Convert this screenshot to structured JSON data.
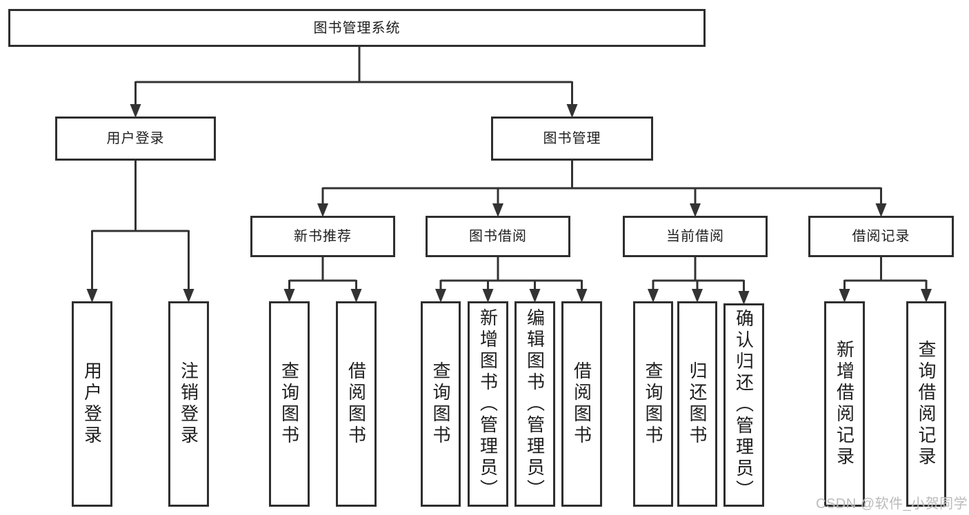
{
  "diagram": {
    "title": "图书管理系统",
    "nodes": {
      "root": {
        "label": "图书管理系统"
      },
      "user-login": {
        "label": "用户登录"
      },
      "book-mgmt": {
        "label": "图书管理"
      },
      "new-book-rec": {
        "label": "新书推荐"
      },
      "book-borrow": {
        "label": "图书借阅"
      },
      "current-borrow": {
        "label": "当前借阅"
      },
      "borrow-records": {
        "label": "借阅记录"
      },
      "leaf-user-login": {
        "label": "用户登录"
      },
      "leaf-logout": {
        "label": "注销登录"
      },
      "nb-query-book": {
        "label": "查询图书"
      },
      "nb-borrow-book": {
        "label": "借阅图书"
      },
      "bb-query-book": {
        "label": "查询图书"
      },
      "bb-add-book": {
        "label": "新增图书（管理员）"
      },
      "bb-edit-book": {
        "label": "编辑图书（管理员）"
      },
      "bb-borrow-book": {
        "label": "借阅图书"
      },
      "cb-query-book": {
        "label": "查询图书"
      },
      "cb-return-book": {
        "label": "归还图书"
      },
      "cb-confirm-return": {
        "label": "确认归还（管理员）"
      },
      "br-add-record": {
        "label": "新增借阅记录"
      },
      "br-query-record": {
        "label": "查询借阅记录"
      }
    },
    "edges": [
      {
        "from": "root",
        "to": [
          "user-login",
          "book-mgmt"
        ]
      },
      {
        "from": "user-login",
        "to": [
          "leaf-user-login",
          "leaf-logout"
        ]
      },
      {
        "from": "book-mgmt",
        "to": [
          "new-book-rec",
          "book-borrow",
          "current-borrow",
          "borrow-records"
        ]
      },
      {
        "from": "new-book-rec",
        "to": [
          "nb-query-book",
          "nb-borrow-book"
        ]
      },
      {
        "from": "book-borrow",
        "to": [
          "bb-query-book",
          "bb-add-book",
          "bb-edit-book",
          "bb-borrow-book"
        ]
      },
      {
        "from": "current-borrow",
        "to": [
          "cb-query-book",
          "cb-return-book",
          "cb-confirm-return"
        ]
      },
      {
        "from": "borrow-records",
        "to": [
          "br-add-record",
          "br-query-record"
        ]
      }
    ]
  },
  "watermark": {
    "text": "CSDN @软件_小贺同学"
  },
  "colors": {
    "line": "#333333",
    "box_border": "#2e2e2e",
    "box_bg": "#ffffff",
    "text": "#1e1e1e",
    "watermark": "#b4b4b4",
    "background": "#ffffff"
  }
}
